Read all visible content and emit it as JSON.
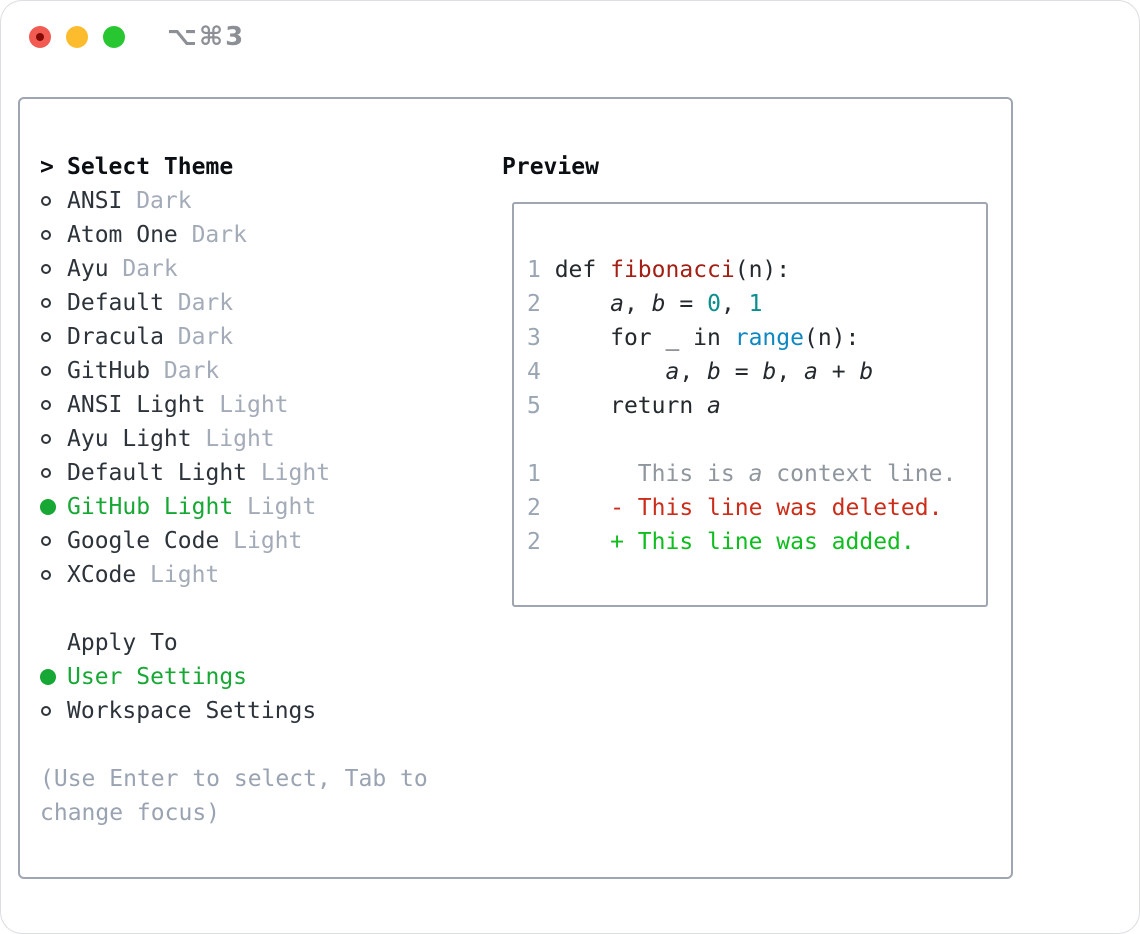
{
  "window": {
    "title": "⌥⌘3",
    "controls": [
      "close-icon",
      "minimize-icon",
      "zoom-icon"
    ]
  },
  "palette": {
    "selection_green": "#17a734",
    "added_green": "#0fbd1f",
    "deleted_red": "#cb2d1a",
    "function_red": "#a31f14",
    "number_teal": "#0a8f8f",
    "builtin_blue": "#0f87c0",
    "muted_gray": "#a3abb8",
    "line_number_gray": "#9aa5b3",
    "context_gray": "#8f969e",
    "border_gray": "#9fa6b1",
    "traffic_red": "#f15b51",
    "traffic_yellow": "#fcbc2e",
    "traffic_green": "#28c732"
  },
  "theme_panel": {
    "header": {
      "marker": ">",
      "label": "Select Theme"
    },
    "themes": [
      {
        "name": "ANSI",
        "tag": "Dark",
        "selected": false
      },
      {
        "name": "Atom One",
        "tag": "Dark",
        "selected": false
      },
      {
        "name": "Ayu",
        "tag": "Dark",
        "selected": false
      },
      {
        "name": "Default",
        "tag": "Dark",
        "selected": false
      },
      {
        "name": "Dracula",
        "tag": "Dark",
        "selected": false
      },
      {
        "name": "GitHub",
        "tag": "Dark",
        "selected": false
      },
      {
        "name": "ANSI Light",
        "tag": "Light",
        "selected": false
      },
      {
        "name": "Ayu Light",
        "tag": "Light",
        "selected": false
      },
      {
        "name": "Default Light",
        "tag": "Light",
        "selected": false
      },
      {
        "name": "GitHub Light",
        "tag": "Light",
        "selected": true
      },
      {
        "name": "Google Code",
        "tag": "Light",
        "selected": false
      },
      {
        "name": "XCode",
        "tag": "Light",
        "selected": false
      }
    ],
    "apply_to": {
      "label": "Apply To",
      "options": [
        {
          "name": "User Settings",
          "selected": true
        },
        {
          "name": "Workspace Settings",
          "selected": false
        }
      ]
    },
    "help": {
      "line1": "(Use Enter to select, Tab to",
      "line2": "change focus)"
    }
  },
  "preview": {
    "title": "Preview",
    "lines": [
      [
        {
          "text": "1"
        },
        {
          "text": " def "
        },
        {
          "text": "fibonacci"
        },
        {
          "text": "(n):"
        }
      ],
      [
        {
          "text": "2"
        },
        {
          "text": "     "
        },
        {
          "text": "a"
        },
        {
          "text": ", "
        },
        {
          "text": "b"
        },
        {
          "text": " = "
        },
        {
          "text": "0"
        },
        {
          "text": ", "
        },
        {
          "text": "1"
        }
      ],
      [
        {
          "text": "3"
        },
        {
          "text": "     for _ in "
        },
        {
          "text": "range"
        },
        {
          "text": "(n):"
        }
      ],
      [
        {
          "text": "4"
        },
        {
          "text": "         "
        },
        {
          "text": "a"
        },
        {
          "text": ", "
        },
        {
          "text": "b"
        },
        {
          "text": " = "
        },
        {
          "text": "b"
        },
        {
          "text": ", "
        },
        {
          "text": "a"
        },
        {
          "text": " + "
        },
        {
          "text": "b"
        }
      ],
      [
        {
          "text": "5"
        },
        {
          "text": "     return "
        },
        {
          "text": "a"
        }
      ],
      [
        {
          "text": ""
        }
      ],
      [
        {
          "text": "1"
        },
        {
          "text": "       "
        },
        {
          "text": "This is "
        },
        {
          "text": "a"
        },
        {
          "text": " context line."
        }
      ],
      [
        {
          "text": "2"
        },
        {
          "text": "     "
        },
        {
          "text": "- This line was deleted."
        }
      ],
      [
        {
          "text": "2"
        },
        {
          "text": "     "
        },
        {
          "text": "+ This line was added."
        }
      ]
    ]
  }
}
